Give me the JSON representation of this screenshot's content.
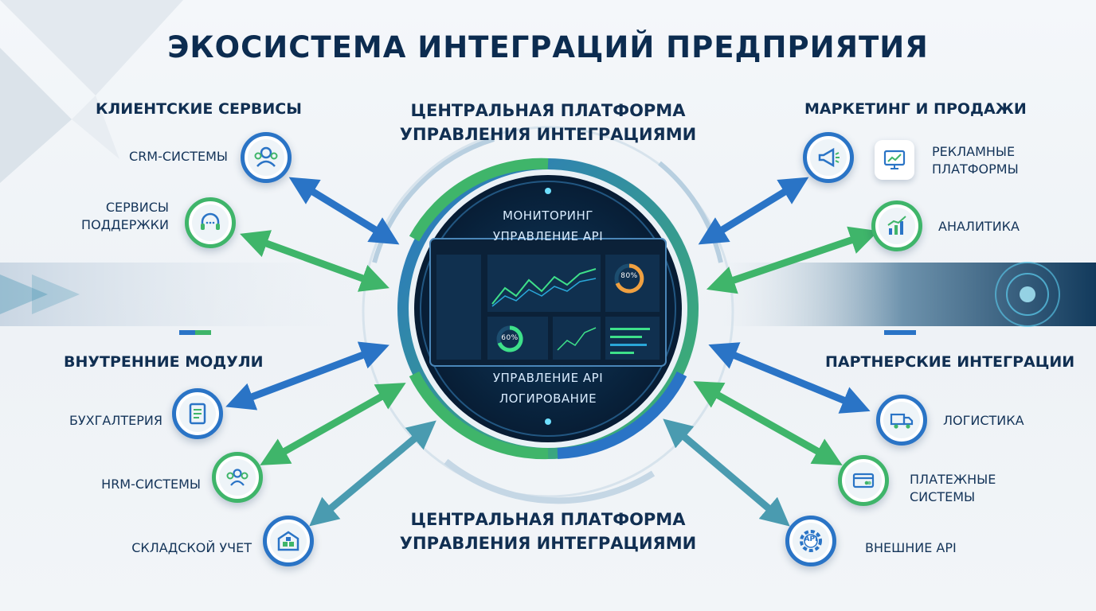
{
  "title": "ЭКОСИСТЕМА ИНТЕГРАЦИЙ ПРЕДПРИЯТИЯ",
  "center": {
    "top_heading": [
      "ЦЕНТРАЛЬНАЯ ПЛАТФОРМА",
      "УПРАВЛЕНИЯ ИНТЕГРАЦИЯМИ"
    ],
    "bottom_heading": [
      "ЦЕНТРАЛЬНАЯ ПЛАТФОРМА",
      "УПРАВЛЕНИЯ ИНТЕГРАЦИЯМИ"
    ],
    "screen_top": [
      "МОНИТОРИНГ",
      "УПРАВЛЕНИЕ API"
    ],
    "screen_bottom": [
      "УПРАВЛЕНИЕ API",
      "ЛОГИРОВАНИЕ"
    ],
    "gauge_1": "80%",
    "gauge_2": "60%"
  },
  "sections": {
    "client": {
      "title": "КЛИЕНТСКИЕ СЕРВИСЫ",
      "items": [
        {
          "label": "CRM-СИСТЕМЫ",
          "icon": "users-icon"
        },
        {
          "label_lines": [
            "СЕРВИСЫ",
            "ПОДДЕРЖКИ"
          ],
          "icon": "headset-icon"
        }
      ]
    },
    "internal": {
      "title": "ВНУТРЕННИЕ МОДУЛИ",
      "items": [
        {
          "label": "БУХГАЛТЕРИЯ",
          "icon": "document-icon"
        },
        {
          "label": "HRM-СИСТЕМЫ",
          "icon": "team-icon"
        },
        {
          "label": "СКЛАДСКОЙ УЧЕТ",
          "icon": "warehouse-icon"
        }
      ]
    },
    "marketing": {
      "title": "МАРКЕТИНГ И ПРОДАЖИ",
      "items": [
        {
          "label_lines": [
            "РЕКЛАМНЫЕ",
            "ПЛАТФОРМЫ"
          ],
          "icon": "megaphone-icon"
        },
        {
          "label": "АНАЛИТИКА",
          "icon": "bar-chart-icon"
        }
      ]
    },
    "partner": {
      "title": "ПАРТНЕРСКИЕ ИНТЕГРАЦИИ",
      "items": [
        {
          "label": "ЛОГИСТИКА",
          "icon": "truck-icon"
        },
        {
          "label_lines": [
            "ПЛАТЕЖНЫЕ",
            "СИСТЕМЫ"
          ],
          "icon": "credit-card-icon"
        },
        {
          "label": "ВНЕШНИЕ API",
          "icon": "api-gear-icon"
        }
      ]
    }
  },
  "api_badge": "API",
  "colors": {
    "blue": "#2a74c6",
    "green": "#3fb56a",
    "navy": "#0c2c50",
    "screen": "#0a2440"
  }
}
